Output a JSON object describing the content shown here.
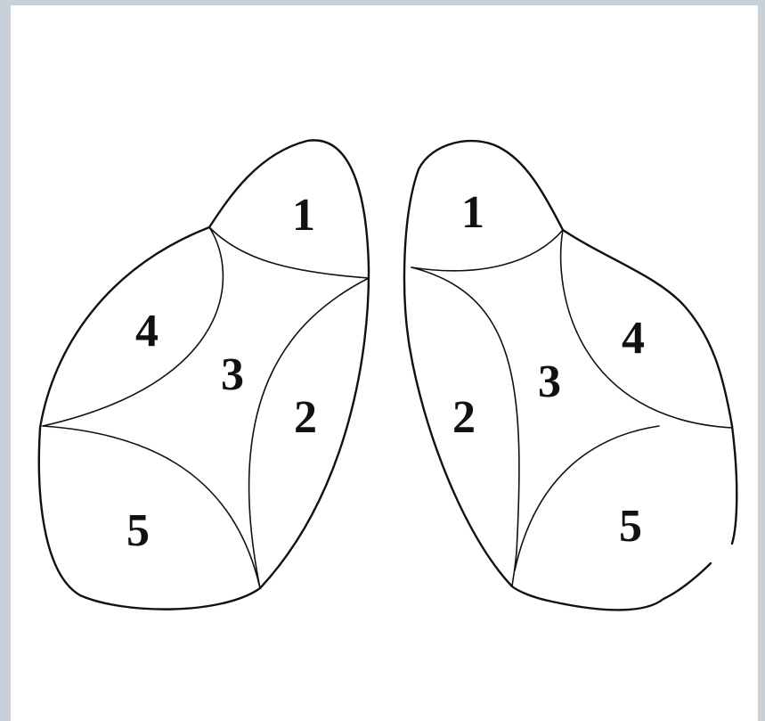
{
  "diagram": {
    "left_lung": {
      "segments": [
        "1",
        "4",
        "3",
        "2",
        "5"
      ]
    },
    "right_lung": {
      "segments": [
        "1",
        "3",
        "2",
        "4",
        "5"
      ]
    }
  },
  "colors": {
    "frame": "#c9d1d8",
    "background": "#ffffff",
    "ink": "#111111"
  }
}
